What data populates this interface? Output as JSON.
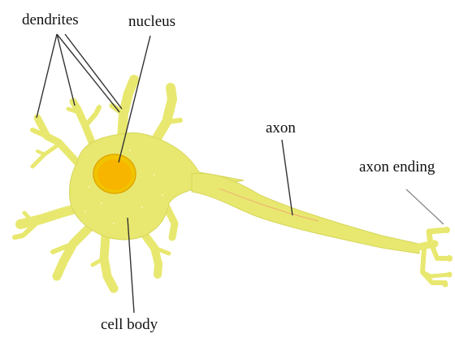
{
  "labels": {
    "dendrites": "dendrites",
    "nucleus": "nucleus",
    "axon": "axon",
    "axon_ending": "axon ending",
    "cell_body": "cell body"
  },
  "colors": {
    "cell": "#e8e870",
    "cell_stroke": "#d6d65a",
    "nucleus_outer": "#f2c300",
    "nucleus_inner": "#f7b500",
    "axon_streak": "#f0a070",
    "pointer": "#333333",
    "pointer_light": "#888888"
  }
}
